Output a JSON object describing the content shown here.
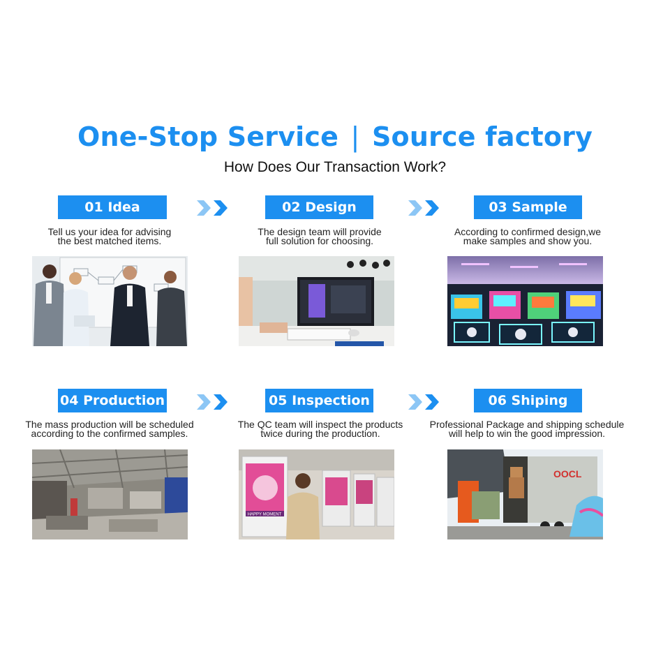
{
  "header": {
    "title_left": "One-Stop Service",
    "title_sep": "|",
    "title_right": "Source factory",
    "subtitle": "How Does Our Transaction Work?"
  },
  "colors": {
    "accent": "#1c8ff0",
    "arrow_light": "#8cc6f5"
  },
  "steps": [
    {
      "label": "01 Idea",
      "desc1": "Tell us your idea for advising",
      "desc2": "the best matched items.",
      "photo": "business-meeting-photo"
    },
    {
      "label": "02 Design",
      "desc1": "The design team will provide",
      "desc2": "full solution for choosing.",
      "photo": "design-workstation-photo"
    },
    {
      "label": "03 Sample",
      "desc1": "According to confirmed design,we",
      "desc2": "make samples and show you.",
      "photo": "arcade-showroom-photo"
    },
    {
      "label": "04 Production",
      "desc1": "The mass production will be scheduled",
      "desc2": "according to the confirmed samples.",
      "photo": "factory-floor-photo"
    },
    {
      "label": "05 Inspection",
      "desc1": "The QC team will inspect the products",
      "desc2": "twice during the production.",
      "photo": "quality-inspection-photo"
    },
    {
      "label": "06 Shiping",
      "desc1": "Professional Package and shipping schedule",
      "desc2": "will help to win the good impression.",
      "photo": "container-loading-photo"
    }
  ],
  "photo_text": {
    "machine_label": "HAPPY MOMENT",
    "container_brand": "OOCL"
  }
}
